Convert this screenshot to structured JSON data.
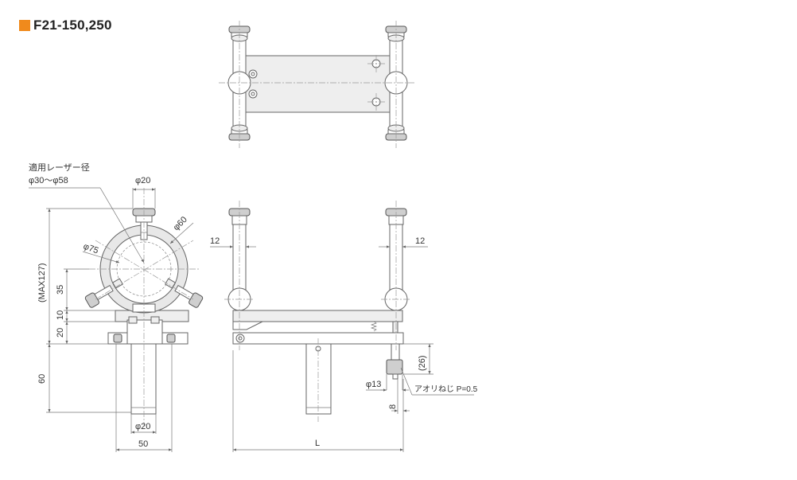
{
  "header": {
    "title": "F21-150,250",
    "accent_color": "#f08a1c"
  },
  "labels": {
    "laser_dia_title": "適用レーザー径",
    "laser_dia_range": "φ30～φ58",
    "dia20_top": "φ20",
    "dia60": "φ60",
    "dia75": "φ75",
    "max127": "(MAX127)",
    "h35": "35",
    "h10": "10",
    "h20": "20",
    "h60": "60",
    "dia20_bottom": "φ20",
    "w50": "50",
    "w12_left": "12",
    "w12_right": "12",
    "h26": "(26)",
    "dia13": "φ13",
    "screw": "アオリねじ P=0.5",
    "w8": "8",
    "len_L": "L"
  }
}
